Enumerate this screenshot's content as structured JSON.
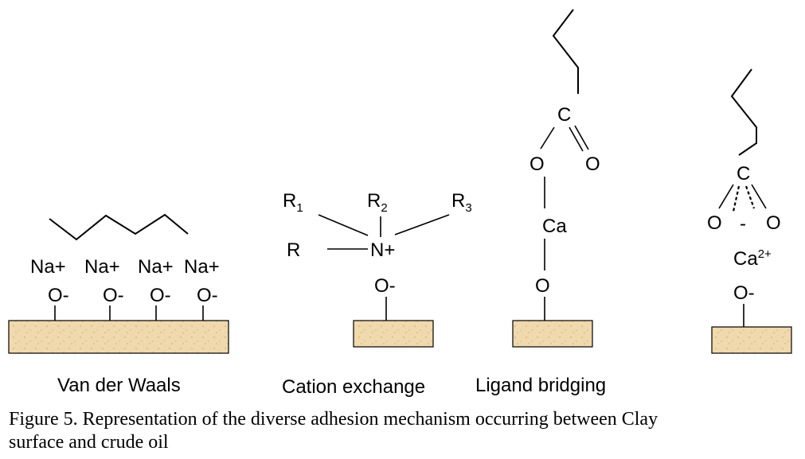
{
  "van_der_waals": {
    "cations": [
      "Na+",
      "Na+",
      "Na+",
      "Na+"
    ],
    "anions": [
      "O-",
      "O-",
      "O-",
      "O-"
    ],
    "title": "Van der Waals"
  },
  "cation_exchange": {
    "r1": "R",
    "r1_sub": "1",
    "r2": "R",
    "r2_sub": "2",
    "r3": "R",
    "r3_sub": "3",
    "r": "R",
    "center": "N+",
    "anion": "O-",
    "title": "Cation exchange"
  },
  "ligand_bridging": {
    "carbon": "C",
    "oxygen_left": "O",
    "oxygen_right": "O",
    "metal": "Ca",
    "surface_oxygen": "O",
    "title": "Ligand bridging"
  },
  "fourth": {
    "carbon": "C",
    "oxygen_left": "O",
    "charge": "-",
    "oxygen_right": "O",
    "metal": "Ca",
    "metal_charge": "2+",
    "anion": "O-"
  },
  "caption": {
    "line1": "Figure 5. Representation of the diverse adhesion mechanism occurring between Clay",
    "line2": "surface and crude oil"
  },
  "colors": {
    "clay_fill": "#f0d9ad",
    "clay_speckle": "#dcc08c",
    "ink": "#000000"
  }
}
